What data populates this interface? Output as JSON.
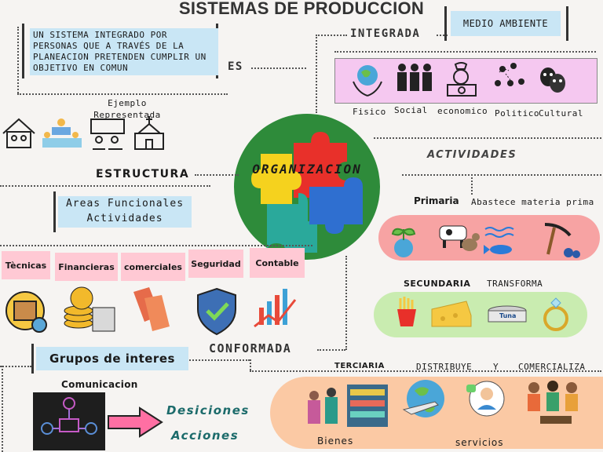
{
  "title": "SISTEMAS DE PRODUCCION",
  "definition": "UN SISTEMA INTEGRADO POR PERSONAS QUE A TRAVÉS DE LA PLANEACION PRETENDEN CUMPLIR UN OBJETIVO EN COMUN",
  "es_label": "ES",
  "ejemplo": "Ejemplo Representada",
  "integrada_label": "INTEGRADA",
  "medio_ambiente": "MEDIO AMBIENTE",
  "environment_items": [
    "Fisico",
    "Social",
    "economico",
    "Politico",
    "Cultural"
  ],
  "actividades_label": "ACTIVIDADES",
  "center_label": "ORGANIZACION",
  "estructura_label": "ESTRUCTURA",
  "areas_label": "Areas Funcionales Actividades",
  "areas": [
    "Tècnicas",
    "Financieras",
    "comerciales",
    "Seguridad",
    "Contable"
  ],
  "conformada_label": "CONFORMADA",
  "grupos_label": "Grupos de interes",
  "comunicacion_label": "Comunicacion",
  "desiciones": "Desiciones",
  "acciones": "Acciones",
  "primaria": {
    "title": "Primaria",
    "desc": "Abastece materia prima"
  },
  "secundaria": {
    "title": "SECUNDARIA",
    "desc": "TRANSFORMA"
  },
  "terciaria": {
    "title": "TERCIARIA",
    "distribuye": "DISTRIBUYE",
    "y": "Y",
    "comercializa": "COMERCIALIZA",
    "bienes": "Bienes",
    "servicios": "servicios"
  },
  "tuna_label": "Tuna",
  "colors": {
    "center_circle": "#2e8b3a",
    "puzzle_red": "#e8302a",
    "puzzle_yellow": "#f5d21e",
    "puzzle_teal": "#2aa99b",
    "puzzle_blue": "#2f6fd0",
    "pink": "#ffc9d4",
    "blue_box": "#c9e6f5",
    "light_green": "#c9ecb0",
    "peach": "#fbc9a4"
  }
}
